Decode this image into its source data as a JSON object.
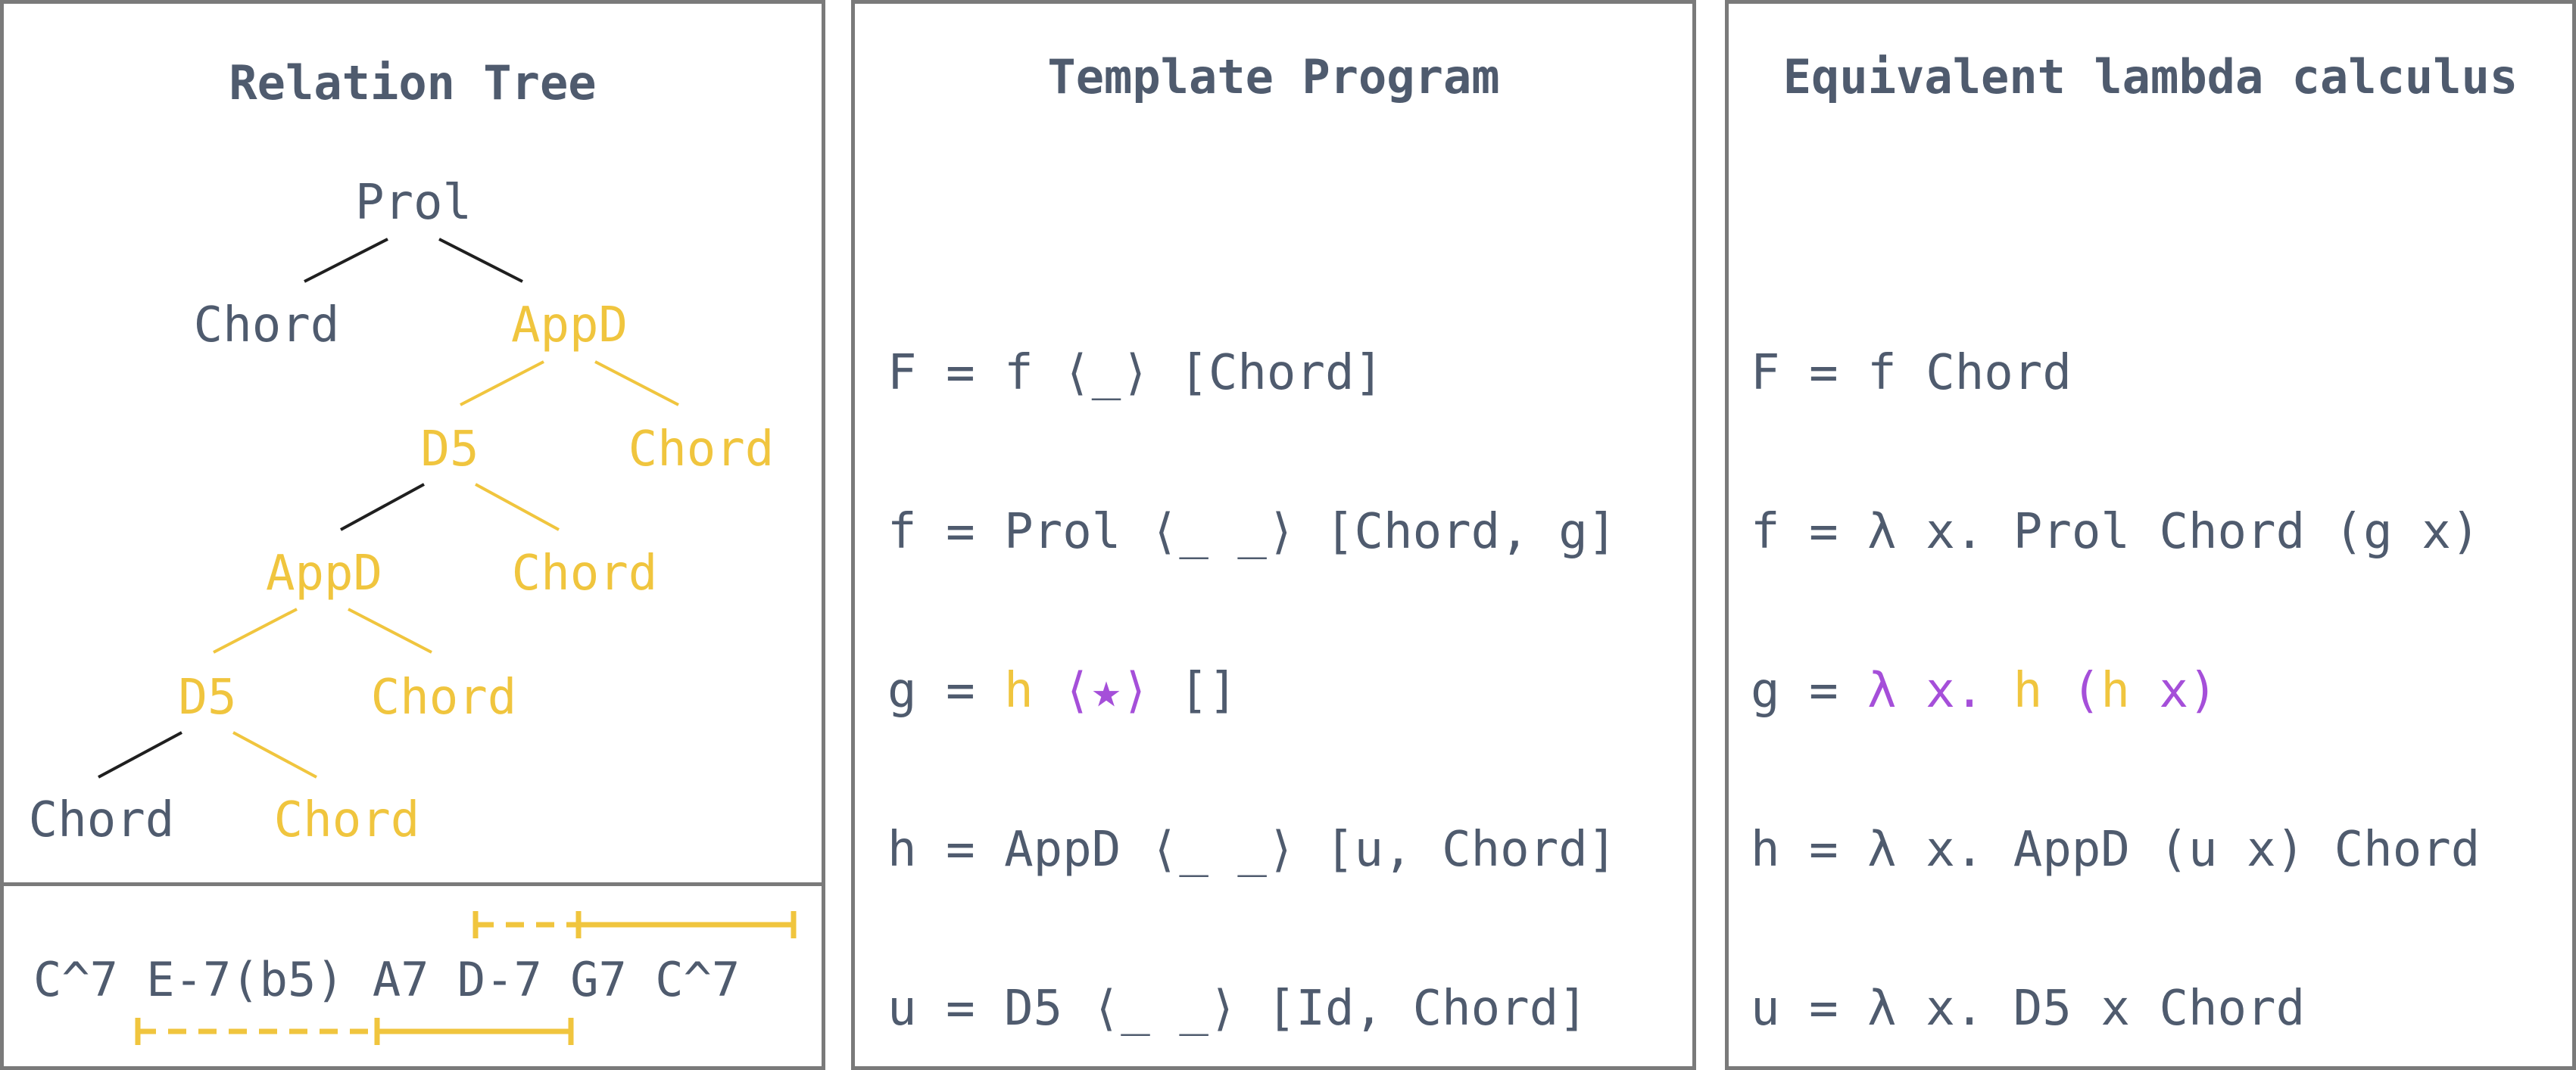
{
  "colors": {
    "text": "#4f5b6e",
    "highlight": "#f0c53e",
    "accent": "#a54fd9",
    "border": "#7a7a7a"
  },
  "relation_tree": {
    "title": "Relation Tree",
    "nodes": {
      "prol": "Prol",
      "chord_1": "Chord",
      "appd_1": "AppD",
      "d5_1": "D5",
      "chord_2": "Chord",
      "appd_2": "AppD",
      "chord_3": "Chord",
      "d5_2": "D5",
      "chord_4": "Chord",
      "chord_5": "Chord",
      "chord_6": "Chord"
    }
  },
  "chord_sequence": "C^7 E-7(b5) A7 D-7 G7 C^7",
  "template_program": {
    "title": "Template Program",
    "lines": {
      "F": "F = f ⟨_⟩ [Chord]",
      "f": "f = Prol ⟨_ _⟩ [Chord, g]",
      "g_prefix": "g = ",
      "g_h": "h",
      "g_star": " ⟨★⟩",
      "g_suffix": " []",
      "h": "h = AppD ⟨_ _⟩ [u, Chord]",
      "u": "u = D5 ⟨_ _⟩ [Id, Chord]"
    }
  },
  "lambda_calculus": {
    "title": "Equivalent lambda calculus",
    "lines": {
      "F": "F = f Chord",
      "f": "f = λ x. Prol Chord (g x)",
      "g_prefix": "g = ",
      "g_lambda": "λ x. ",
      "g_h1": "h",
      "g_open": " (",
      "g_h2": "h",
      "g_x": " x)",
      "h": "h = λ x. AppD (u x) Chord",
      "u": "u = λ x. D5 x Chord"
    }
  }
}
